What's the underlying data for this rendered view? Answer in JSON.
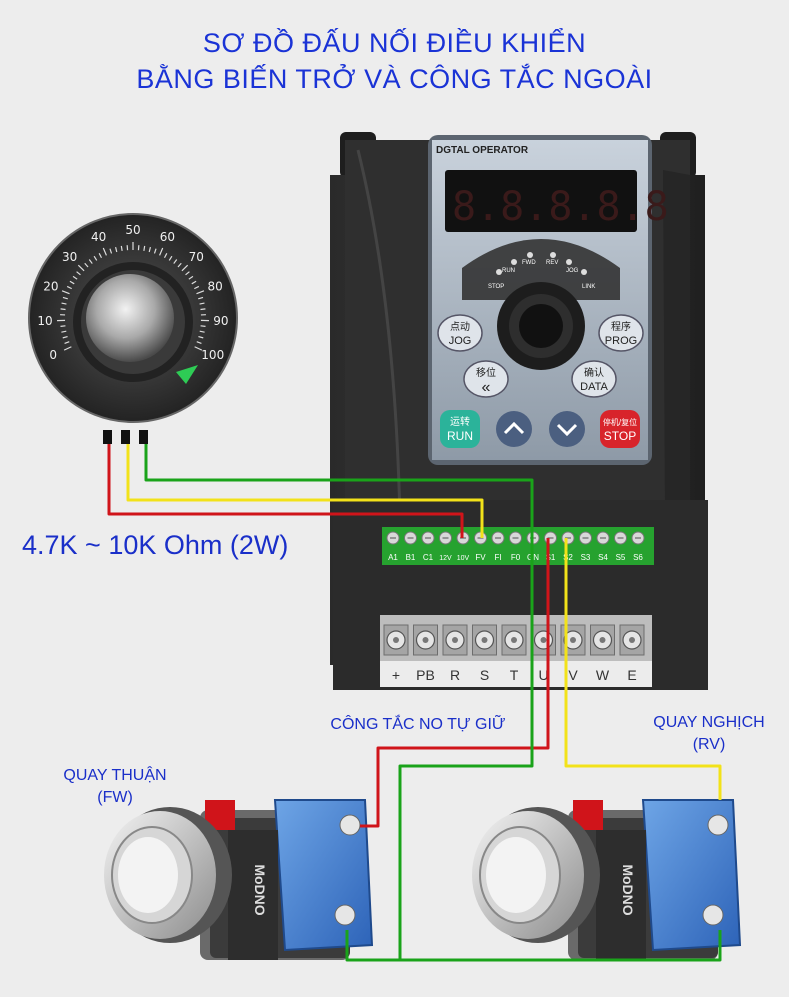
{
  "title": {
    "line1": "SƠ ĐỒ ĐẤU NỐI ĐIỀU KHIỂN",
    "line2": "BẰNG BIẾN TRỞ VÀ CÔNG TẮC NGOÀI"
  },
  "potentiometer": {
    "scale": [
      "0",
      "10",
      "20",
      "30",
      "40",
      "50",
      "60",
      "70",
      "80",
      "90",
      "100"
    ],
    "spec": "4.7K ~ 10K Ohm (2W)"
  },
  "inverter": {
    "panel_title": "DGTAL OPERATOR",
    "indicators": [
      "RUN",
      "FWD",
      "REV",
      "JOG",
      "STOP",
      "LINK"
    ],
    "buttons": {
      "jog": [
        "点动",
        "JOG"
      ],
      "prog": [
        "程序",
        "PROG"
      ],
      "shift": [
        "移位",
        "«"
      ],
      "data": [
        "确认",
        "DATA"
      ],
      "run": [
        "运转",
        "RUN"
      ],
      "stop": [
        "停机/复位",
        "STOP"
      ]
    },
    "control_terminals": [
      "A1",
      "B1",
      "C1",
      "12V",
      "10V",
      "FV",
      "FI",
      "F0",
      "GN",
      "S1",
      "S2",
      "S3",
      "S4",
      "S5",
      "S6"
    ],
    "power_terminals": [
      "+",
      "PB",
      "R",
      "S",
      "T",
      "U",
      "V",
      "W",
      "E"
    ]
  },
  "labels": {
    "switch_type": "CÔNG TẮC NO TỰ GIỮ",
    "forward": [
      "QUAY THUẬN",
      "(FW)"
    ],
    "reverse": [
      "QUAY NGHỊCH",
      "(RV)"
    ]
  },
  "switch_brand": "MoDNO",
  "colors": {
    "title": "#1a33d6",
    "wire_red": "#d0141a",
    "wire_yellow": "#f2e21a",
    "wire_green": "#1aa31a",
    "terminal_block": "#26a22f",
    "stop_button": "#d8242b",
    "run_button": "#2bb39a"
  }
}
